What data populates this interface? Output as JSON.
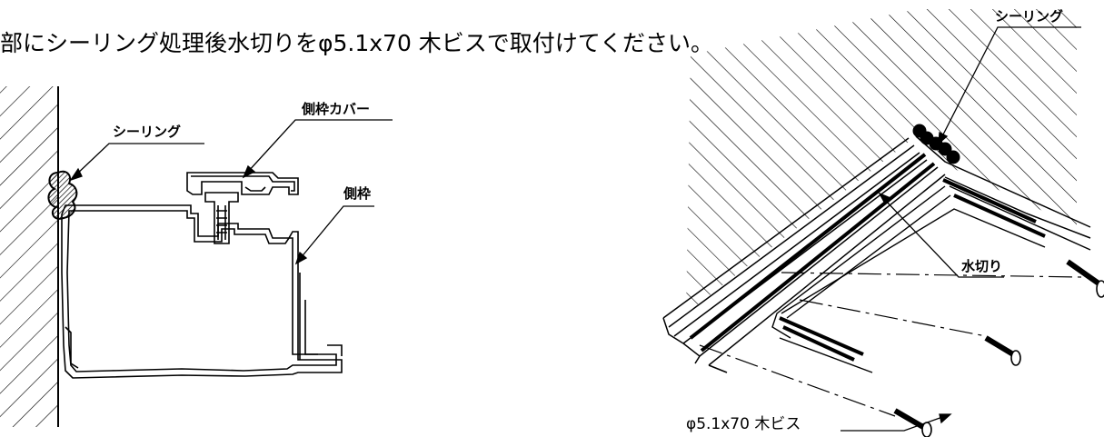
{
  "instruction": "部にシーリング処理後水切りをφ5.1x70 木ビスで取付けてください。",
  "section_view": {
    "sealing_label": "シーリング",
    "side_frame_cover_label": "側枠カバー",
    "side_frame_label": "側枠"
  },
  "iso_view": {
    "sealing_label": "シーリング",
    "flashing_label": "水切り",
    "screw_label": "φ5.1x70 木ビス"
  }
}
